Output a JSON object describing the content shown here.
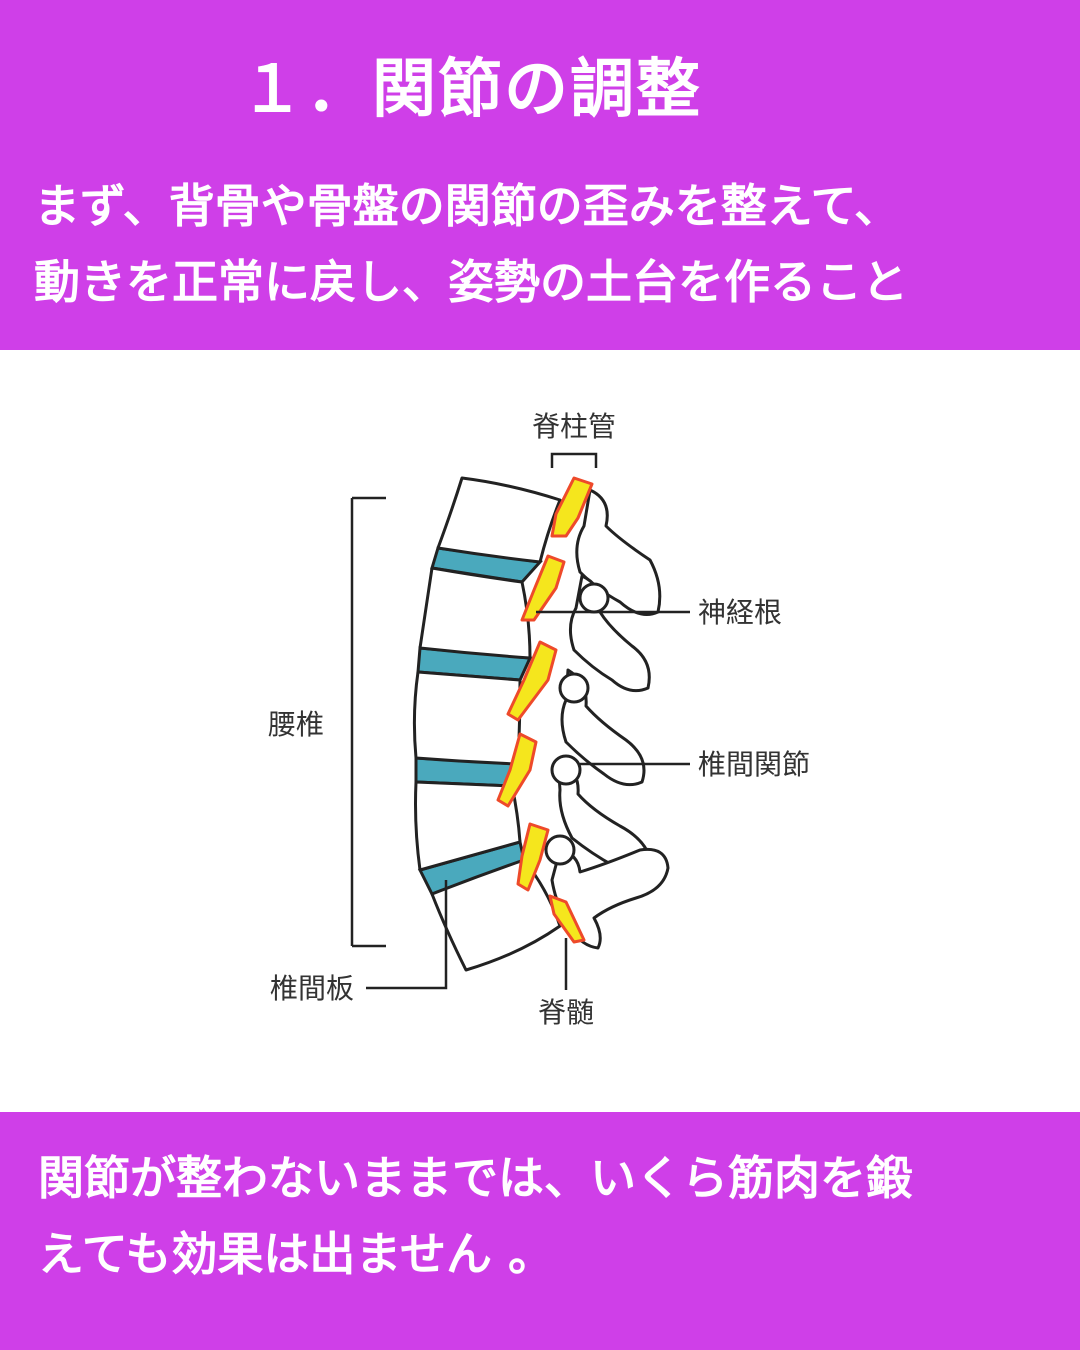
{
  "title": "１．関節の調整",
  "intro_lines": [
    "まず、背骨や骨盤の関節の歪みを整えて、",
    "動きを正常に戻し、姿勢の土台を作ること"
  ],
  "diagram": {
    "labels": {
      "spinal_canal": "脊柱管",
      "nerve_root": "神経根",
      "lumbar": "腰椎",
      "facet_joint": "椎間関節",
      "disc": "椎間板",
      "spinal_cord": "脊髄"
    },
    "colors": {
      "disc": "#4aa9bd",
      "nerve": "#f5e61d",
      "nerve_outline": "#ee4a2a",
      "bone_outline": "#222222"
    }
  },
  "bottom_lines": [
    "関節が整わないままでは、いくら筋肉を鍛",
    "えても効果は出ません 。"
  ],
  "colors": {
    "background": "#cf3fe8",
    "text": "#ffffff"
  }
}
